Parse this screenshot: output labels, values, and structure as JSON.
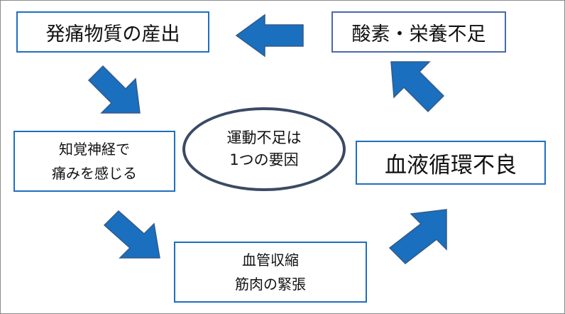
{
  "diagram": {
    "center_label": "運動不足は\n1つの要因",
    "nodes": [
      {
        "id": "hakkou",
        "label": "発痛物質の産出"
      },
      {
        "id": "sanso",
        "label": "酸素・栄養不足"
      },
      {
        "id": "chikaku",
        "label": "知覚神経で\n痛みを感じる"
      },
      {
        "id": "kekkan",
        "label": "血液循環不良"
      },
      {
        "id": "kinniku",
        "label": "血管収縮\n筋肉の緊張"
      }
    ],
    "flow": [
      "血管収縮\n筋肉の緊張",
      "血液循環不良",
      "酸素・栄養不足",
      "発痛物質の産出",
      "知覚神経で\n痛みを感じる"
    ],
    "colors": {
      "arrow_fill": "#1a6fbe",
      "box_border": "#1f6fbf",
      "ellipse_border": "#3a4a64"
    }
  }
}
